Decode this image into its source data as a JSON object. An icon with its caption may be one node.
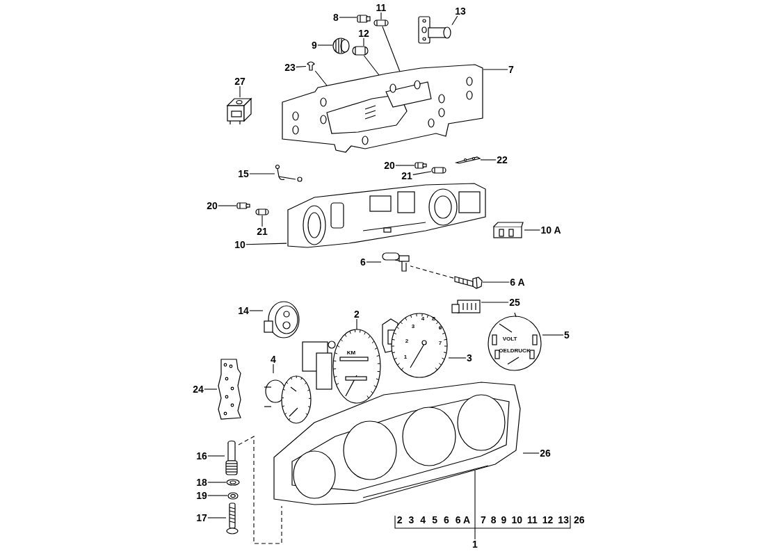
{
  "diagram": {
    "nodes": [
      {
        "text": [
          "8"
        ]
      },
      {
        "text": [],
        "shape": "picture"
      },
      {
        "text": [
          "11"
        ]
      },
      {
        "text": [],
        "shape": "picture"
      },
      {
        "text": [
          "13"
        ]
      },
      {
        "text": [],
        "shape": "picture"
      },
      {
        "text": [
          "9"
        ]
      },
      {
        "text": [],
        "shape": "picture"
      },
      {
        "text": [
          "12"
        ]
      },
      {
        "text": [],
        "shape": "picture"
      },
      {
        "text": [
          "23"
        ]
      },
      {
        "text": [],
        "shape": "picture"
      },
      {
        "text": [
          "7"
        ]
      },
      {
        "text": [],
        "shape": "picture"
      },
      {
        "text": [
          "27"
        ]
      },
      {
        "text": [],
        "shape": "picture"
      },
      {
        "text": [
          "22"
        ]
      },
      {
        "text": [],
        "shape": "picture"
      },
      {
        "text": [
          "20"
        ]
      },
      {
        "text": [],
        "shape": "picture"
      },
      {
        "text": [
          "21"
        ]
      },
      {
        "text": [],
        "shape": "picture"
      },
      {
        "text": [
          "15"
        ]
      },
      {
        "text": [],
        "shape": "picture"
      },
      {
        "text": [
          "20"
        ]
      },
      {
        "text": [],
        "shape": "picture"
      },
      {
        "text": [
          "21"
        ]
      },
      {
        "text": [],
        "shape": "picture"
      },
      {
        "text": [
          "10"
        ]
      },
      {
        "text": [],
        "shape": "picture"
      },
      {
        "text": [
          "10 A"
        ]
      },
      {
        "text": [],
        "shape": "picture"
      },
      {
        "text": [
          "6"
        ]
      },
      {
        "text": [],
        "shape": "picture"
      },
      {
        "text": [
          "6 A"
        ]
      },
      {
        "text": [],
        "shape": "picture"
      },
      {
        "text": [
          "14"
        ]
      },
      {
        "text": [],
        "shape": "picture"
      },
      {
        "text": [
          "25"
        ]
      },
      {
        "text": [],
        "shape": "picture"
      },
      {
        "text": [
          "2"
        ]
      },
      {
        "text": [],
        "shape": "picture"
      },
      {
        "text": [
          "3"
        ]
      },
      {
        "text": [],
        "shape": "picture"
      },
      {
        "text": [
          "5"
        ]
      },
      {
        "text": [],
        "shape": "picture"
      },
      {
        "text": [
          "4"
        ]
      },
      {
        "text": [],
        "shape": "picture"
      },
      {
        "text": [
          "24"
        ]
      },
      {
        "text": [],
        "shape": "picture"
      },
      {
        "text": [
          "16"
        ]
      },
      {
        "text": [],
        "shape": "picture"
      },
      {
        "text": [
          "18"
        ]
      },
      {
        "text": [],
        "shape": "picture"
      },
      {
        "text": [
          "19"
        ]
      },
      {
        "text": [],
        "shape": "picture"
      },
      {
        "text": [
          "17"
        ]
      },
      {
        "text": [],
        "shape": "picture"
      },
      {
        "text": [
          "26"
        ]
      },
      {
        "text": [],
        "shape": "picture"
      },
      {
        "text": [
          "1"
        ]
      }
    ],
    "edges": [
      {
        "from": 0,
        "to": 1,
        "arrow": "none"
      },
      {
        "from": 2,
        "to": 3,
        "arrow": "none"
      },
      {
        "from": 4,
        "to": 5,
        "arrow": "none"
      },
      {
        "from": 6,
        "to": 7,
        "arrow": "none"
      },
      {
        "from": 8,
        "to": 9,
        "arrow": "none"
      },
      {
        "from": 10,
        "to": 11,
        "arrow": "none"
      },
      {
        "from": 12,
        "to": 13,
        "arrow": "none"
      },
      {
        "from": 14,
        "to": 15,
        "arrow": "none"
      },
      {
        "from": 16,
        "to": 17,
        "arrow": "none"
      },
      {
        "from": 18,
        "to": 19,
        "arrow": "none"
      },
      {
        "from": 20,
        "to": 21,
        "arrow": "none"
      },
      {
        "from": 22,
        "to": 23,
        "arrow": "none"
      },
      {
        "from": 24,
        "to": 25,
        "arrow": "none"
      },
      {
        "from": 26,
        "to": 27,
        "arrow": "none"
      },
      {
        "from": 28,
        "to": 29,
        "arrow": "none"
      },
      {
        "from": 30,
        "to": 31,
        "arrow": "none"
      },
      {
        "from": 32,
        "to": 33,
        "arrow": "none"
      },
      {
        "from": 34,
        "to": 35,
        "arrow": "none"
      },
      {
        "from": 36,
        "to": 37,
        "arrow": "none"
      },
      {
        "from": 38,
        "to": 39,
        "arrow": "none"
      },
      {
        "from": 40,
        "to": 41,
        "arrow": "none"
      },
      {
        "from": 42,
        "to": 43,
        "arrow": "none"
      },
      {
        "from": 44,
        "to": 45,
        "arrow": "none"
      },
      {
        "from": 46,
        "to": 47,
        "arrow": "none"
      },
      {
        "from": 48,
        "to": 49,
        "arrow": "none"
      },
      {
        "from": 50,
        "to": 51,
        "arrow": "none"
      },
      {
        "from": 52,
        "to": 53,
        "arrow": "none"
      },
      {
        "from": 54,
        "to": 55,
        "arrow": "none"
      },
      {
        "from": 56,
        "to": 57,
        "arrow": "none"
      },
      {
        "from": 58,
        "to": 59,
        "arrow": "none"
      },
      {
        "from": 60,
        "to": 59,
        "arrow": "none"
      },
      {
        "from": 3,
        "to": 13,
        "arrow": "none"
      },
      {
        "from": 9,
        "to": 13,
        "arrow": "none"
      },
      {
        "from": 11,
        "to": 13,
        "arrow": "none"
      },
      {
        "from": 35,
        "to": 33,
        "arrow": "none",
        "style": "dashed"
      },
      {
        "from": 51,
        "to": 59,
        "arrow": "none",
        "style": "dashed"
      }
    ],
    "labels": [
      "1",
      "2",
      "3",
      "4",
      "5",
      "6",
      "7",
      "VOLT",
      "OELDRUCK",
      "KM",
      "2",
      "3",
      "4",
      "5",
      "6",
      "6 A",
      "7",
      "8",
      "9",
      "10",
      "11",
      "12",
      "13",
      "26"
    ]
  }
}
